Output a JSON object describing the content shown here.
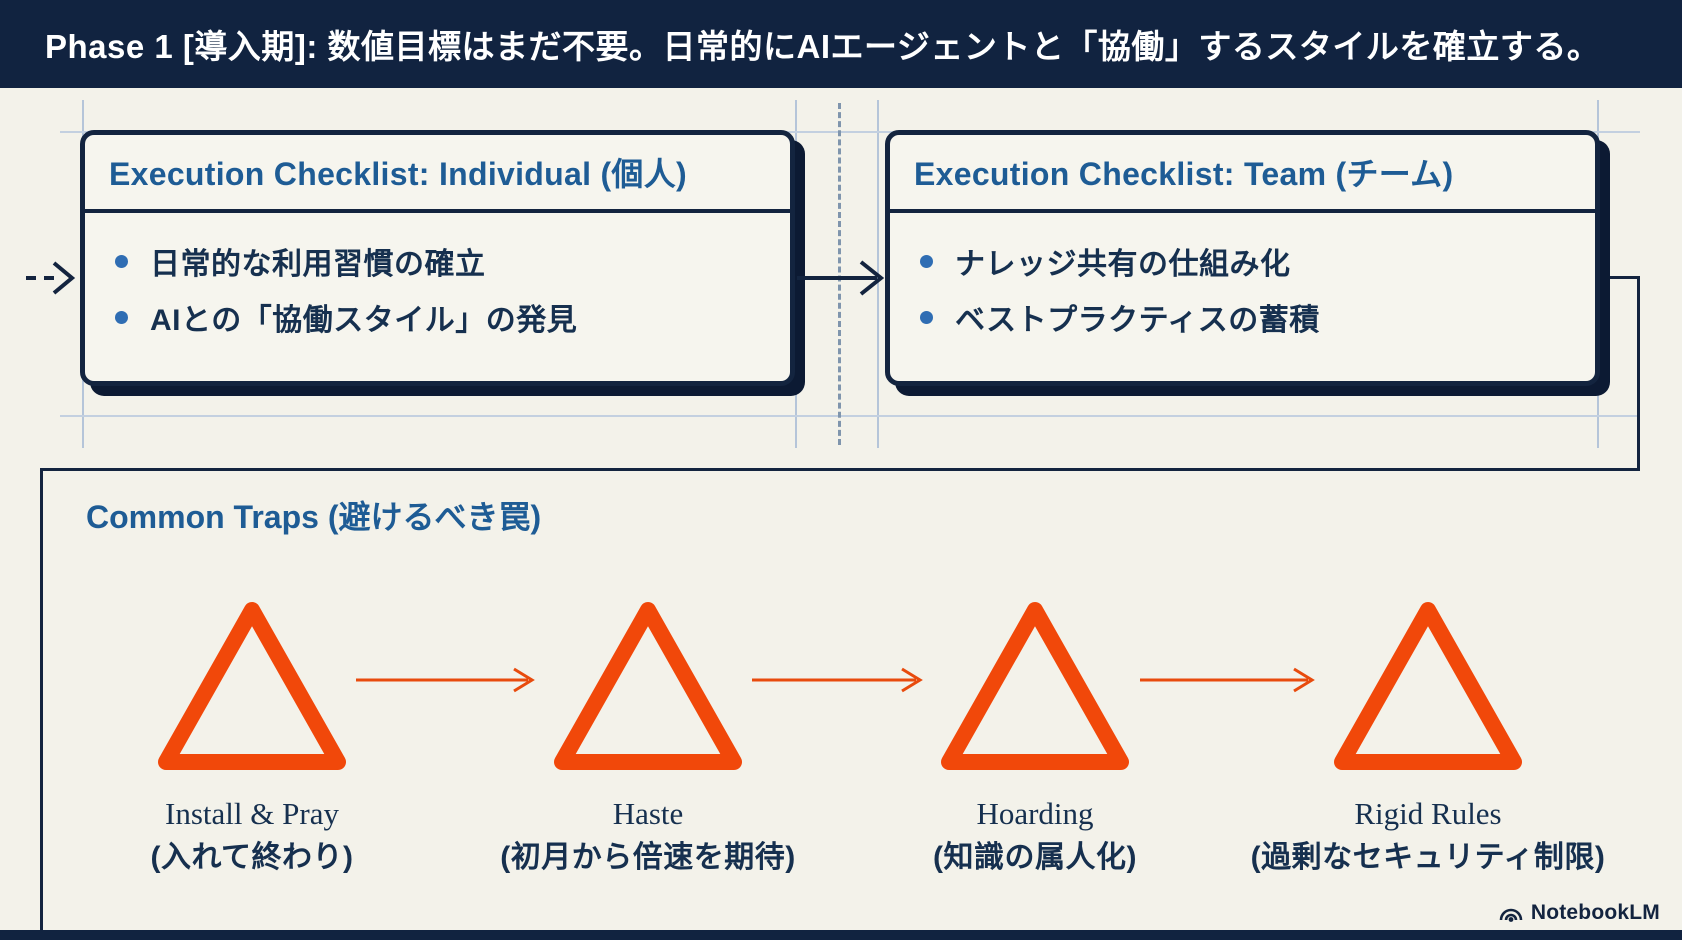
{
  "banner": {
    "text": "Phase 1 [導入期]: 数値目標はまだ不要。日常的にAIエージェントと「協働」するスタイルを確立する。"
  },
  "checklists": [
    {
      "title": "Execution Checklist: Individual (個人)",
      "items": [
        "日常的な利用習慣の確立",
        "AIとの「協働スタイル」の発見"
      ]
    },
    {
      "title": "Execution Checklist: Team (チーム)",
      "items": [
        "ナレッジ共有の仕組み化",
        "ベストプラクティスの蓄積"
      ]
    }
  ],
  "traps": {
    "title": "Common Traps (避けるべき罠)",
    "items": [
      {
        "en": "Install & Pray",
        "ja": "(入れて終わり)"
      },
      {
        "en": "Haste",
        "ja": "(初月から倍速を期待)"
      },
      {
        "en": "Hoarding",
        "ja": "(知識の属人化)"
      },
      {
        "en": "Rigid Rules",
        "ja": "(過剰なセキュリティ制限)"
      }
    ]
  },
  "footer": {
    "brand": "NotebookLM"
  },
  "colors": {
    "banner_bg": "#112340",
    "box_border_navy": "#13243F",
    "box_shadow_navy": "#0C1A33",
    "title_blue": "#1E5C95",
    "body_navy": "#16304F",
    "bullet_blue": "#2F6DB3",
    "warning_orange": "#F1480A",
    "background_cream": "#F3F2EA"
  }
}
